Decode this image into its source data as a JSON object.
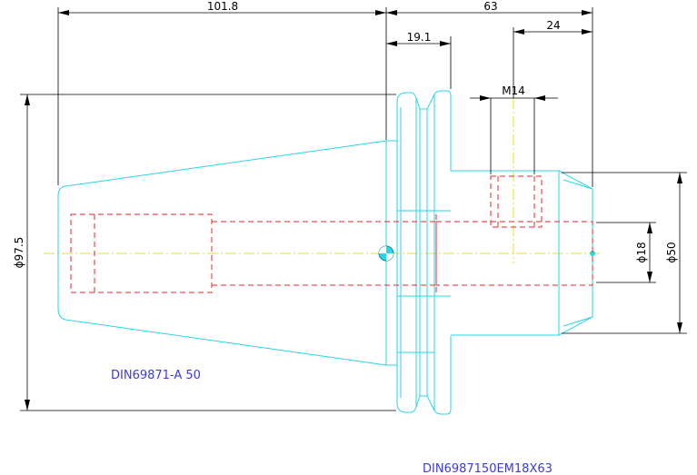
{
  "dimensions": {
    "length_taper": "101.8",
    "length_total": "63",
    "length_flange": "19.1",
    "length_thread": "24",
    "thread": "M14",
    "diameter_flange": "ϕ97.5",
    "diameter_bore": "ϕ18",
    "diameter_shank": "ϕ50"
  },
  "labels": {
    "taper_standard": "DIN69871-A 50",
    "part_number": "DIN6987150EM18X63"
  },
  "colors": {
    "outline": "#27d6e8",
    "hidden": "#e8262a",
    "centerline": "#e8e020",
    "dimension": "#000000",
    "text": "#3b3bdc"
  }
}
